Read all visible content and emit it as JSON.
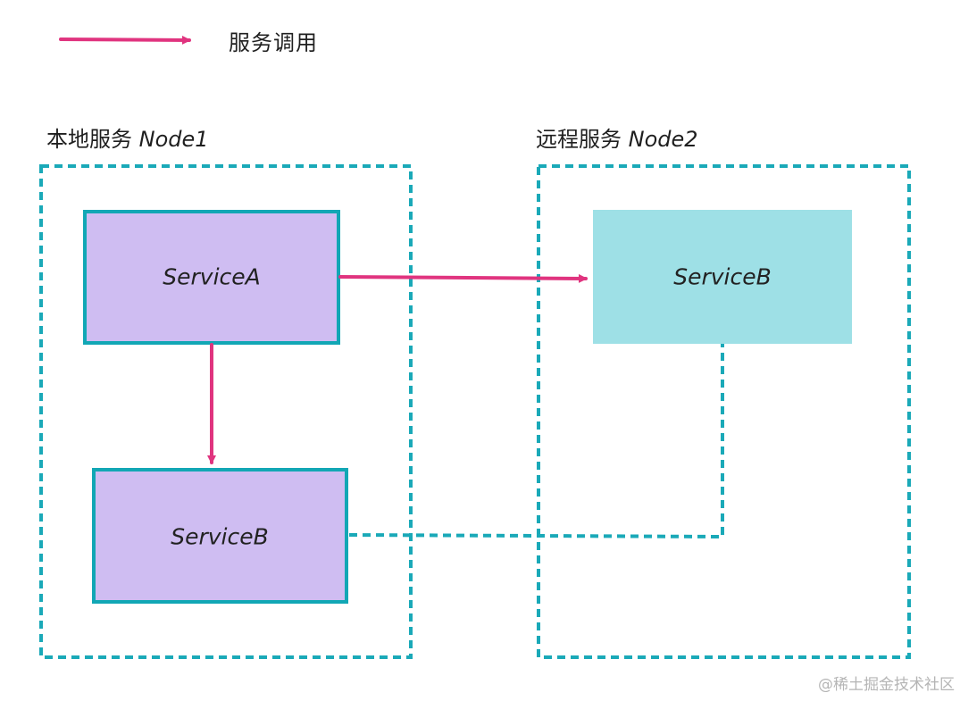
{
  "legend": {
    "label": "服务调用",
    "color": "#e0347f"
  },
  "groups": {
    "local": {
      "title_cn": "本地服务",
      "title_node": "Node1"
    },
    "remote": {
      "title_cn": "远程服务",
      "title_node": "Node2"
    }
  },
  "services": {
    "service_a": "ServiceA",
    "service_b_local": "ServiceB",
    "service_b_remote": "ServiceB"
  },
  "colors": {
    "group_border": "#1aa9b8",
    "local_fill": "#cfbdf2",
    "remote_fill": "#9ee0e6",
    "box_border": "#12a7b5",
    "call_arrow": "#e0347f"
  },
  "watermark": "@稀土掘金技术社区"
}
